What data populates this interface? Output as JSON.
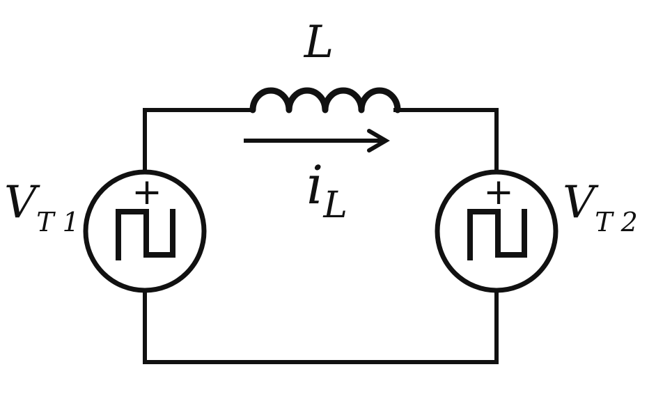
{
  "labels": {
    "inductor": "L",
    "current": "i",
    "current_sub": "L",
    "source_left": "V",
    "source_left_sub": "T 1",
    "source_right": "V",
    "source_right_sub": "T 2",
    "polarity_left": "+",
    "polarity_right": "+"
  },
  "colors": {
    "stroke": "#111111",
    "background": "#ffffff"
  }
}
